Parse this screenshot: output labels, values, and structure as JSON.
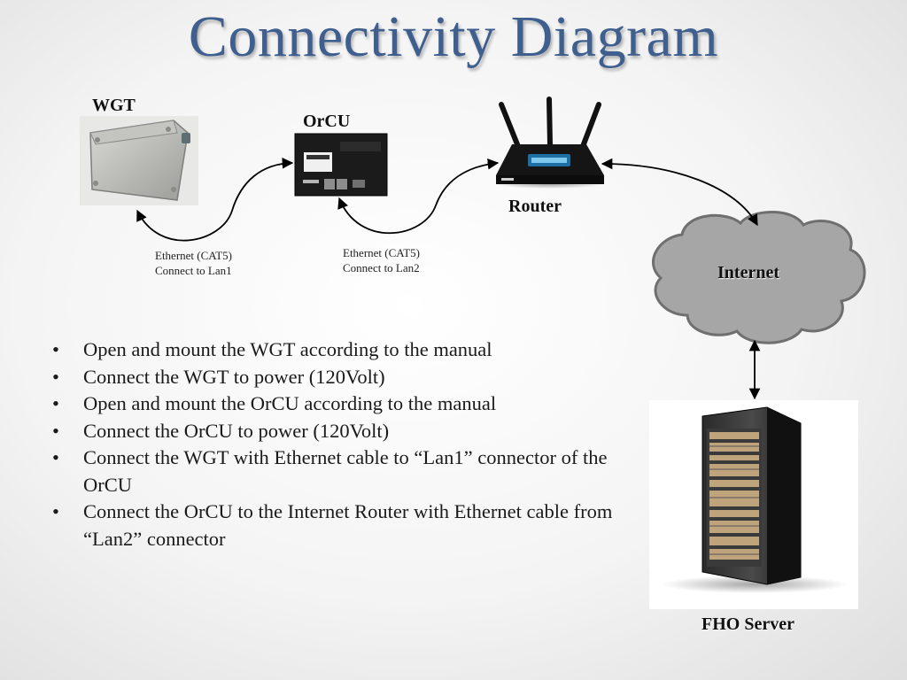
{
  "title": "Connectivity Diagram",
  "devices": {
    "wgt": "WGT",
    "orcu": "OrCU",
    "router": "Router",
    "internet": "Internet",
    "server": "FHO Server"
  },
  "connections": [
    {
      "line1": "Ethernet (CAT5)",
      "line2": "Connect to Lan1"
    },
    {
      "line1": "Ethernet (CAT5)",
      "line2": "Connect to Lan2"
    }
  ],
  "bullets": [
    "Open and mount the WGT according to the manual",
    "Connect the WGT to power (120Volt)",
    "Open and mount the OrCU according to the manual",
    "Connect the OrCU to power (120Volt)",
    "Connect the WGT with Ethernet cable to “Lan1” connector of the OrCU",
    "Connect the OrCU to the Internet Router with Ethernet cable from “Lan2” connector"
  ],
  "colors": {
    "title": "#3f5f8f",
    "cloud": "#a6a6a6",
    "cloud_stroke": "#6f6f6f"
  },
  "icons": [
    "wgt-enclosure-image",
    "orcu-device-image",
    "router-image",
    "internet-cloud",
    "server-rack-image"
  ]
}
